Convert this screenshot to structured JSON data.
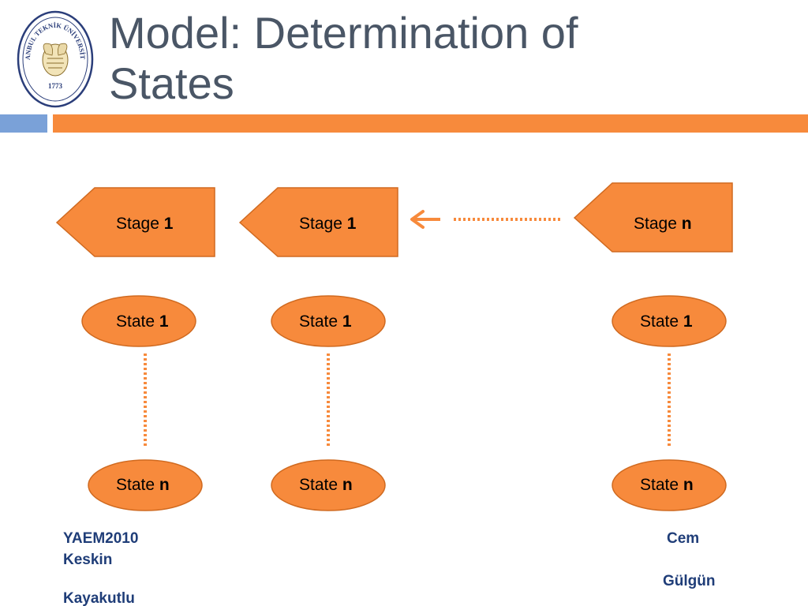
{
  "slide": {
    "title_line1": "Model: Determination of",
    "title_line2": "States"
  },
  "logo": {
    "arc_text": "İSTANBUL TEKNİK ÜNİVERSİTESİ",
    "year": "1773"
  },
  "colors": {
    "title_text": "#4a5666",
    "accent_orange": "#f78a3c",
    "accent_blue": "#7aa1d8",
    "shape_fill": "#f78a3c",
    "shape_stroke": "#d06a20",
    "footer_text": "#1f3d78"
  },
  "stages": [
    {
      "label": "Stage ",
      "index": "1"
    },
    {
      "label": "Stage ",
      "index": "1"
    },
    {
      "label": "Stage ",
      "index": "n"
    }
  ],
  "states_top": [
    {
      "label": "State ",
      "index": "1"
    },
    {
      "label": "State ",
      "index": "1"
    },
    {
      "label": "State ",
      "index": "1"
    }
  ],
  "states_bottom": [
    {
      "label": "State ",
      "index": "n"
    },
    {
      "label": "State ",
      "index": "n"
    },
    {
      "label": "State ",
      "index": "n"
    }
  ],
  "footer": {
    "left_line1": "YAEM2010",
    "left_line2": "Keskin",
    "left_line3": "Kayakutlu",
    "right_line1": "Cem",
    "right_line2": "Gülgün"
  }
}
